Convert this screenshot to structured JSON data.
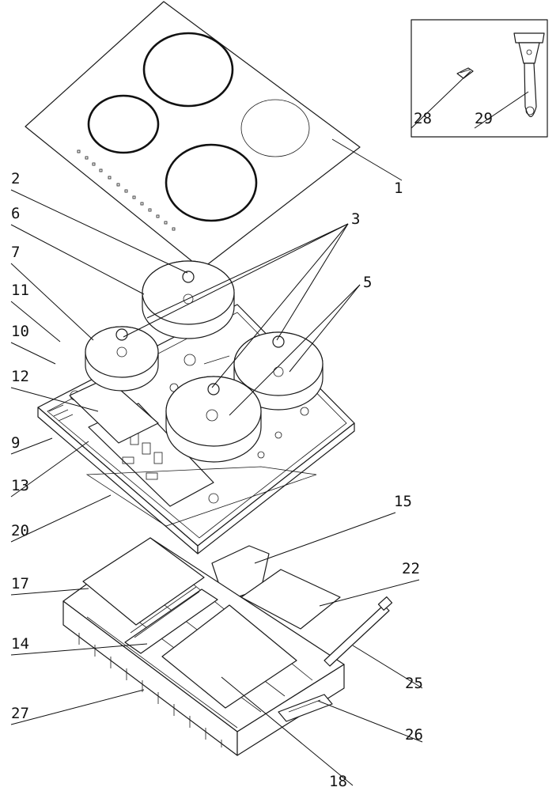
{
  "callouts": [
    {
      "id": "1",
      "text": "1"
    },
    {
      "id": "2",
      "text": "2"
    },
    {
      "id": "3",
      "text": "3"
    },
    {
      "id": "5",
      "text": "5"
    },
    {
      "id": "6",
      "text": "6"
    },
    {
      "id": "7",
      "text": "7"
    },
    {
      "id": "9",
      "text": "9"
    },
    {
      "id": "10",
      "text": "10"
    },
    {
      "id": "11",
      "text": "11"
    },
    {
      "id": "12",
      "text": "12"
    },
    {
      "id": "13",
      "text": "13"
    },
    {
      "id": "14",
      "text": "14"
    },
    {
      "id": "15",
      "text": "15"
    },
    {
      "id": "17",
      "text": "17"
    },
    {
      "id": "18",
      "text": "18"
    },
    {
      "id": "20",
      "text": "20"
    },
    {
      "id": "22",
      "text": "22"
    },
    {
      "id": "25",
      "text": "25"
    },
    {
      "id": "26",
      "text": "26"
    },
    {
      "id": "27",
      "text": "27"
    },
    {
      "id": "28",
      "text": "28"
    },
    {
      "id": "29",
      "text": "29"
    }
  ],
  "colors": {
    "line": "#1a1a1a",
    "background": "#ffffff"
  }
}
